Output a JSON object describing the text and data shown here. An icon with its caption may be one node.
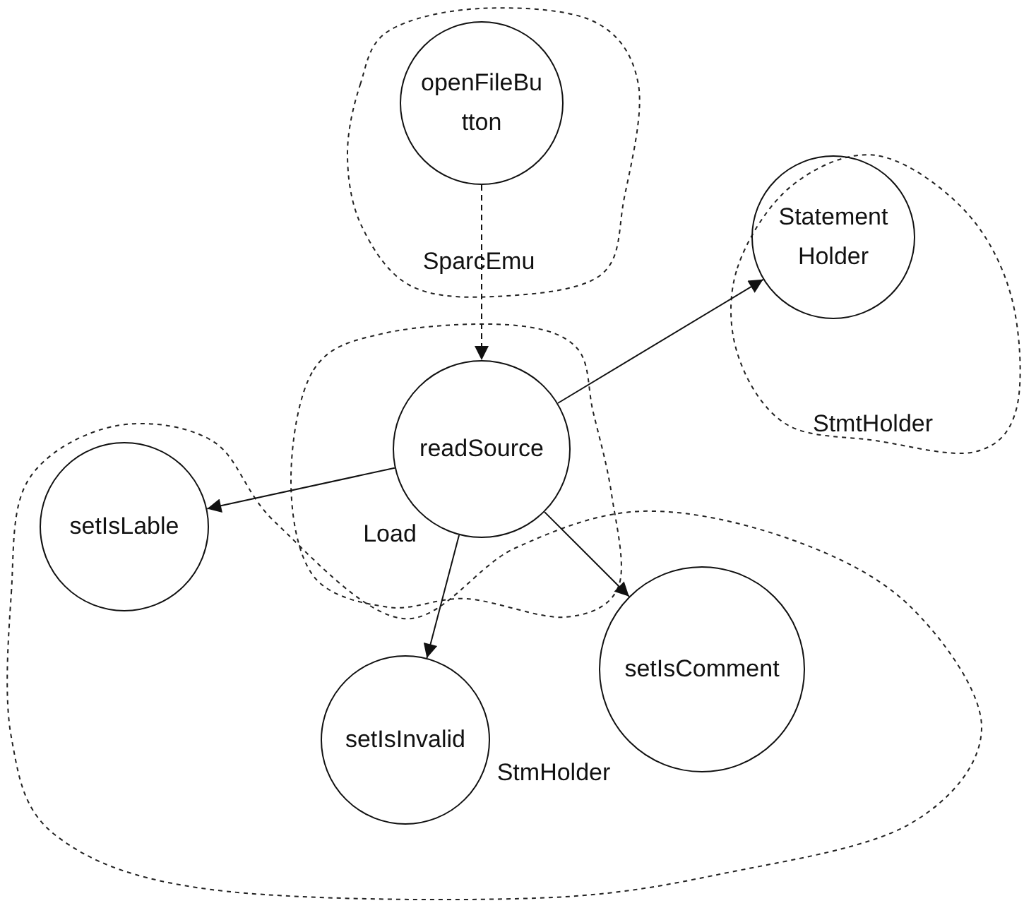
{
  "diagram": {
    "nodes": [
      {
        "text": [
          "SparcEmu"
        ]
      },
      {
        "text": [
          "openFileButton"
        ],
        "in": 0
      },
      {
        "text": [
          "Load"
        ]
      },
      {
        "text": [
          "readSource"
        ],
        "in": 2
      },
      {
        "text": [
          "StmtHolder"
        ]
      },
      {
        "text": [
          "Statement Holder"
        ],
        "in": 4
      },
      {
        "text": [
          "StmHolder"
        ]
      },
      {
        "text": [
          "setIsLable"
        ],
        "in": 6
      },
      {
        "text": [
          "setIsInvalid"
        ],
        "in": 6
      },
      {
        "text": [
          "setIsComment"
        ],
        "in": 6
      }
    ],
    "edges": [
      {
        "from": 1,
        "to": 3,
        "arrow": "to",
        "style": "dashed"
      },
      {
        "from": 3,
        "to": 5,
        "arrow": "to"
      },
      {
        "from": 3,
        "to": 7,
        "arrow": "to"
      },
      {
        "from": 3,
        "to": 8,
        "arrow": "to"
      },
      {
        "from": 3,
        "to": 9,
        "arrow": "to"
      }
    ]
  }
}
